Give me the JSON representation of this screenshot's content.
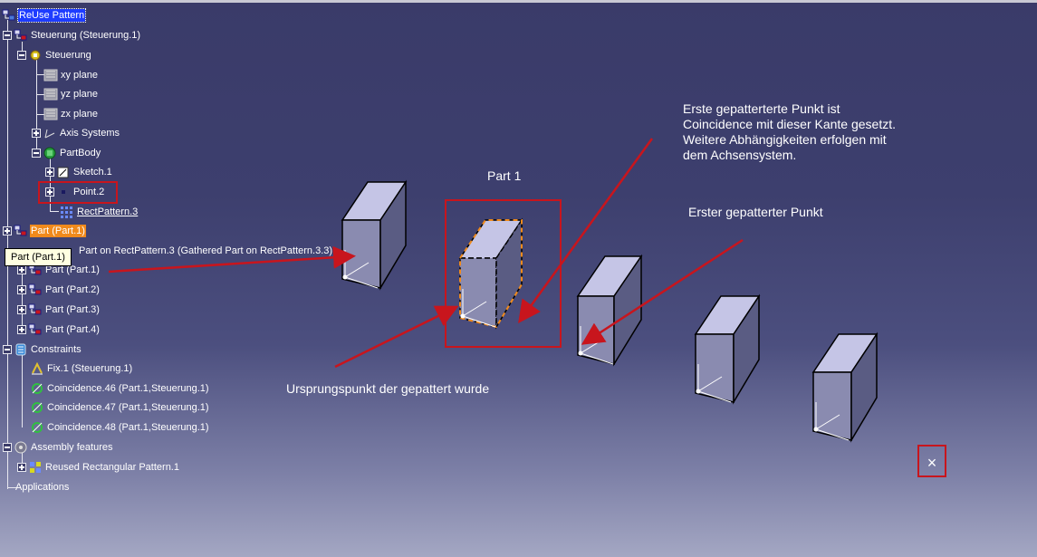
{
  "tree": {
    "root": "ReUse Pattern",
    "steuerung_product": "Steuerung (Steuerung.1)",
    "steuerung_part": "Steuerung",
    "xy_plane": "xy plane",
    "yz_plane": "yz plane",
    "zx_plane": "zx plane",
    "axis_systems": "Axis Systems",
    "partbody": "PartBody",
    "sketch": "Sketch.1",
    "point": "Point.2",
    "rectpattern": "RectPattern.3",
    "part_main": "Part (Part.1)",
    "gathered": "Part on RectPattern.3 (Gathered Part on RectPattern.3.3)",
    "parts": [
      "Part (Part.1)",
      "Part (Part.2)",
      "Part (Part.3)",
      "Part (Part.4)"
    ],
    "constraints": "Constraints",
    "constraint_items": [
      "Fix.1 (Steuerung.1)",
      "Coincidence.46 (Part.1,Steuerung.1)",
      "Coincidence.47 (Part.1,Steuerung.1)",
      "Coincidence.48 (Part.1,Steuerung.1)"
    ],
    "assembly_features": "Assembly features",
    "reused_pattern": "Reused Rectangular Pattern.1",
    "applications": "Applications"
  },
  "tooltip": "Part (Part.1)",
  "annotations": {
    "part1_label": "Part 1",
    "first_point_note": [
      "Erste gepatterterte Punkt ist",
      "Coincidence mit dieser Kante gesetzt.",
      "Weitere Abhängigkeiten erfolgen mit",
      "dem Achsensystem."
    ],
    "first_patterned_point": "Erster gepatterter Punkt",
    "origin_point": "Ursprungspunkt der gepattert wurde"
  },
  "close_symbol": "×",
  "colors": {
    "background_top": "#3a3b69",
    "selection": "#1e3cff",
    "highlight_orange": "#f08a1c",
    "annotation_red": "#c8151d",
    "cube_top": "#c5c5e6",
    "cube_front": "#8a8bb0",
    "cube_side": "#5a5c83"
  },
  "icons": [
    "product-icon",
    "part-icon",
    "plane-icon",
    "axis-icon",
    "partbody-icon",
    "sketch-icon",
    "point-icon",
    "pattern-icon",
    "constraints-icon",
    "fix-icon",
    "coincidence-icon",
    "assembly-feature-icon",
    "reused-pattern-icon"
  ]
}
